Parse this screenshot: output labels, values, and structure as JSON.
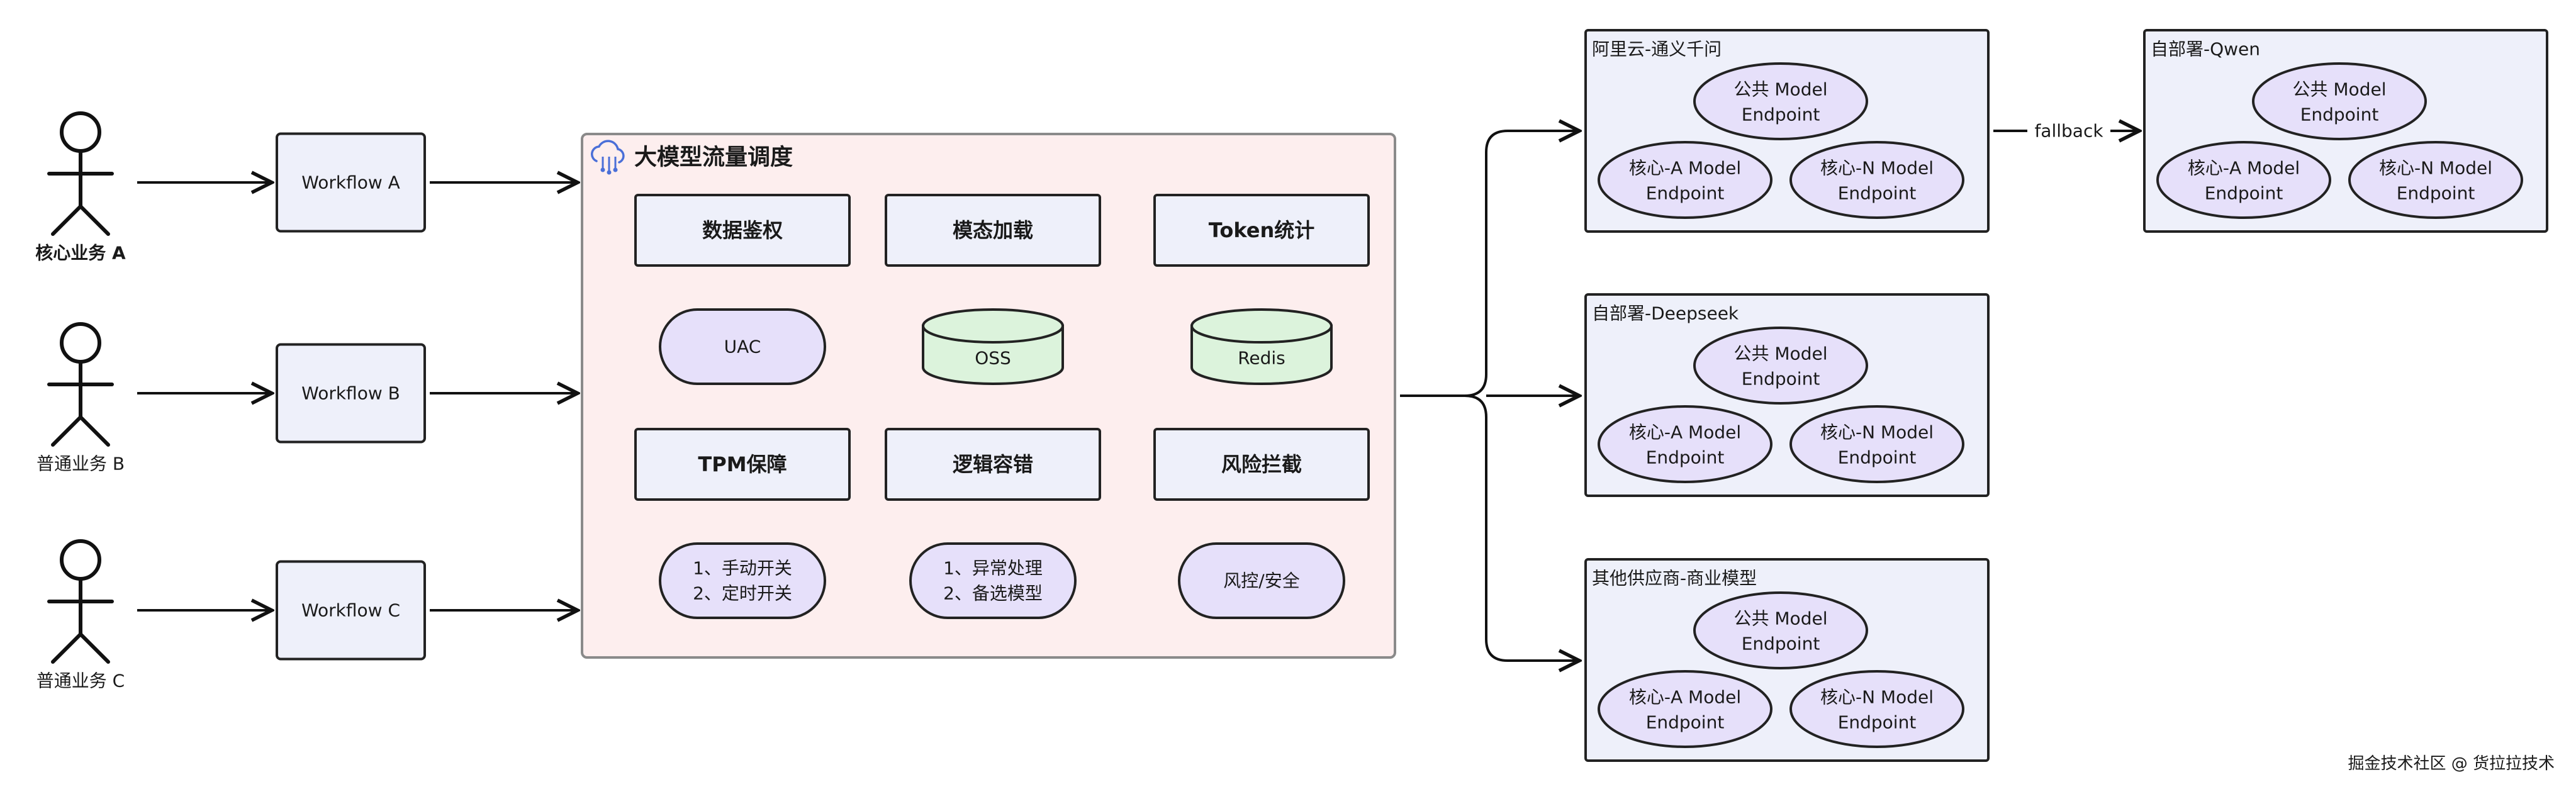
{
  "actors": [
    {
      "id": "actor-a",
      "label": "核心业务 A",
      "bold": true
    },
    {
      "id": "actor-b",
      "label": "普通业务 B",
      "bold": false
    },
    {
      "id": "actor-c",
      "label": "普通业务 C",
      "bold": false
    }
  ],
  "workflows": [
    {
      "id": "workflow-a",
      "label": "Workflow A"
    },
    {
      "id": "workflow-b",
      "label": "Workflow B"
    },
    {
      "id": "workflow-c",
      "label": "Workflow C"
    }
  ],
  "scheduler": {
    "title": "大模型流量调度",
    "icon": "cloud-network-icon",
    "modules": [
      {
        "id": "data-auth",
        "label": "数据鉴权",
        "target": {
          "kind": "pill",
          "lines": [
            "UAC"
          ],
          "color": "#e6e0fa"
        }
      },
      {
        "id": "modal-load",
        "label": "模态加载",
        "target": {
          "kind": "cylinder",
          "lines": [
            "OSS"
          ],
          "color": "#dcf3dc"
        }
      },
      {
        "id": "token-stats",
        "label": "Token统计",
        "target": {
          "kind": "cylinder",
          "lines": [
            "Redis"
          ],
          "color": "#dcf3dc"
        }
      },
      {
        "id": "tpm-guarantee",
        "label": "TPM保障",
        "target": {
          "kind": "pill",
          "lines": [
            "1、手动开关",
            "2、定时开关"
          ],
          "color": "#e6e0fa"
        }
      },
      {
        "id": "logic-fault-tolerance",
        "label": "逻辑容错",
        "target": {
          "kind": "pill",
          "lines": [
            "1、异常处理",
            "2、备选模型"
          ],
          "color": "#e6e0fa"
        }
      },
      {
        "id": "risk-interception",
        "label": "风险拦截",
        "target": {
          "kind": "pill",
          "lines": [
            "风控/安全"
          ],
          "color": "#e6e0fa"
        }
      }
    ]
  },
  "providers": [
    {
      "id": "aliyun-tongyi",
      "title": "阿里云-通义千问",
      "endpoints": [
        [
          "公共 Model",
          "Endpoint"
        ],
        [
          "核心-A Model",
          "Endpoint"
        ],
        [
          "核心-N Model",
          "Endpoint"
        ]
      ]
    },
    {
      "id": "self-deepseek",
      "title": "自部署-Deepseek",
      "endpoints": [
        [
          "公共 Model",
          "Endpoint"
        ],
        [
          "核心-A Model",
          "Endpoint"
        ],
        [
          "核心-N Model",
          "Endpoint"
        ]
      ]
    },
    {
      "id": "other-commercial",
      "title": "其他供应商-商业模型",
      "endpoints": [
        [
          "公共 Model",
          "Endpoint"
        ],
        [
          "核心-A Model",
          "Endpoint"
        ],
        [
          "核心-N Model",
          "Endpoint"
        ]
      ]
    },
    {
      "id": "self-qwen",
      "title": "自部署-Qwen",
      "endpoints": [
        [
          "公共 Model",
          "Endpoint"
        ],
        [
          "核心-A Model",
          "Endpoint"
        ],
        [
          "核心-N Model",
          "Endpoint"
        ]
      ]
    }
  ],
  "fallback_label": "fallback",
  "watermark": "掘金技术社区 @ 货拉拉技术",
  "colors": {
    "workflow_fill": "#eef0fa",
    "scheduler_fill": "#fdeeee",
    "module_fill": "#eef0fa",
    "provider_fill": "#eef0fa",
    "endpoint_fill": "#e6e0fa",
    "cylinder_fill": "#dcf3dc",
    "stroke": "#222222"
  }
}
